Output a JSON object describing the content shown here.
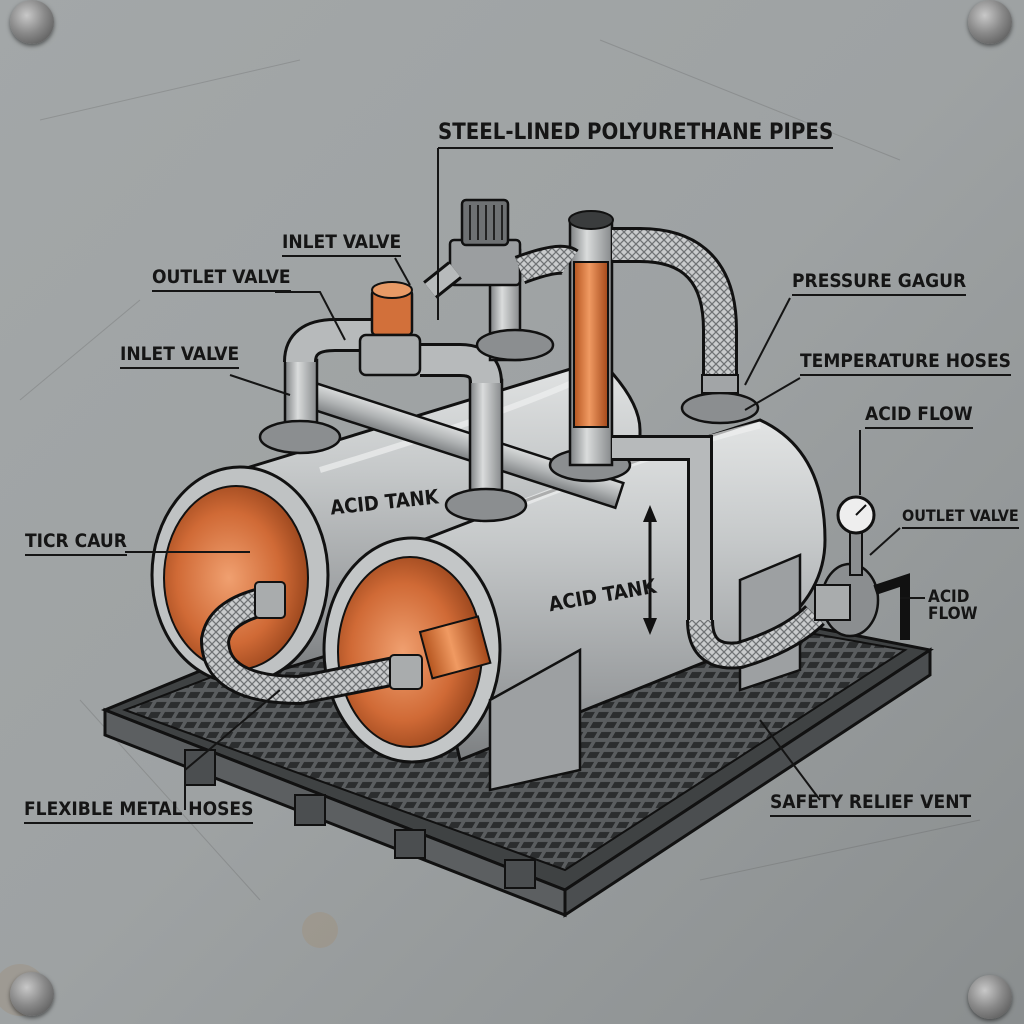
{
  "labels": {
    "steel_lined_pipes": "STEEL-LINED POLYURETHANE PIPES",
    "inlet_valve_top": "INLET VALVE",
    "outlet_valve_left": "OUTLET VALVE",
    "inlet_valve_left": "INLET VALVE",
    "pressure_gauge": "PRESSURE GAGUR",
    "temperature_hoses": "TEMPERATURE HOSES",
    "acid_flow_top": "ACID FLOW",
    "outlet_valve_right": "OUTLET VALVE",
    "acid_flow_right": "ACID FLOW",
    "thick_coat": "TICR CAUR",
    "acid_tank_back": "ACID TANK",
    "acid_tank_front": "ACID TANK",
    "flexible_hoses": "FLEXIBLE METAL HOSES",
    "safety_vent": "SAFETY RELIEF VENT"
  },
  "colors": {
    "background": "#8f9496",
    "steel": "#b9bcbd",
    "steel_dark": "#6b6e70",
    "copper": "#d2703a",
    "ink": "#151515"
  }
}
